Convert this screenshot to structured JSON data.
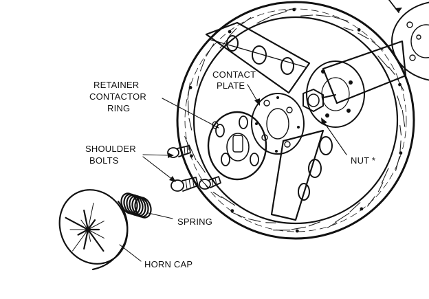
{
  "diagram": {
    "labels": {
      "retainer_line1": "RETAINER",
      "retainer_line2": "CONTACTOR",
      "retainer_line3": "RING",
      "contact_line1": "CONTACT",
      "contact_line2": "PLATE",
      "shoulder_line1": "SHOULDER",
      "shoulder_line2": "BOLTS",
      "nut": "NUT *",
      "spring": "SPRING",
      "horn_cap": "HORN CAP"
    }
  },
  "colors": {
    "ink": "#111111",
    "background": "#ffffff"
  }
}
